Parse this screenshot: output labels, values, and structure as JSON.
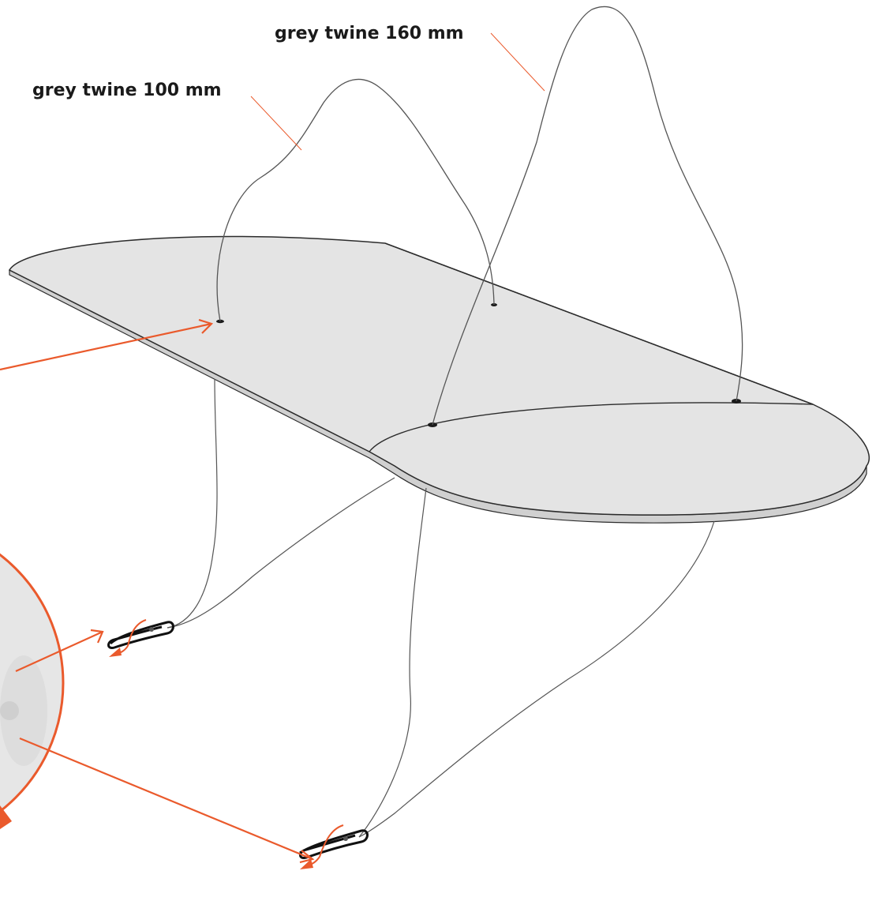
{
  "labels": {
    "twine_160": "grey twine 160 mm",
    "twine_100": "grey twine 100 mm"
  },
  "colors": {
    "callout": "#ea5a2c",
    "twine": "#555555",
    "board_fill": "#e4e4e4",
    "board_edge": "#d0d0d0",
    "outline": "#2b2b2b",
    "inset_fill": "#e6e6e6"
  },
  "icons": [
    "hanging-clip-icon",
    "hanging-clip-icon",
    "attachment-photo-inset"
  ]
}
